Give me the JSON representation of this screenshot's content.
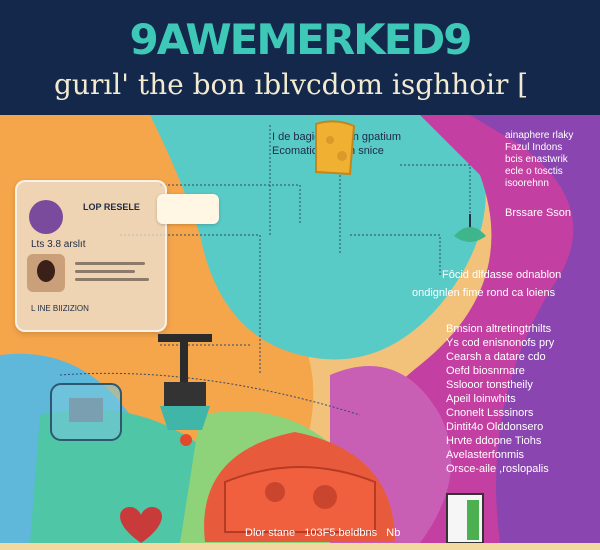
{
  "header": {
    "title": "9AWEMERKED9",
    "subtitle": "gurıl' the bon ıblvcdom isghhoir ["
  },
  "center_notes": [
    "I de bagignnonich gpatium",
    "Ecomatical strich snice"
  ],
  "right_notes": [
    "ainaphere rlaky",
    "Fazul Indons",
    "bcis enastwrik",
    "ecle o tosctis",
    "isoorehnn"
  ],
  "right_label": "Brssare Sson",
  "right_heading": [
    "Fôcid dlfdasse odnablon",
    "ondignlen fime rond ca loiens"
  ],
  "right_list": [
    "Bmsion altretingtrhilts",
    "Ys cod enisnonofs pry",
    "Cearsh a datare cdo",
    "Oefd biosnrnare",
    "Sslooor tonstheily",
    "Apeil loinwhits",
    "Cnonelt Lsssinors",
    "Dintit4o Olddonsero",
    "Hrvte ddopne Tiohs",
    "Avelasterfonmis",
    "Orsce-aile ,roslopalis"
  ],
  "card": {
    "code": "Lts 3.8 arslıt",
    "title_line": "LOP RESELE",
    "small": "L INE BIIZIZION"
  },
  "footer_text": "Dlor stane   103F5.beldbns   Nb",
  "colors": {
    "header_bg": "#13284a",
    "teal": "#48c7c4",
    "purple": "#8a3fa8",
    "magenta": "#c23ea3",
    "orange": "#f2a63b",
    "red": "#e0553a",
    "green": "#6fcf88"
  }
}
